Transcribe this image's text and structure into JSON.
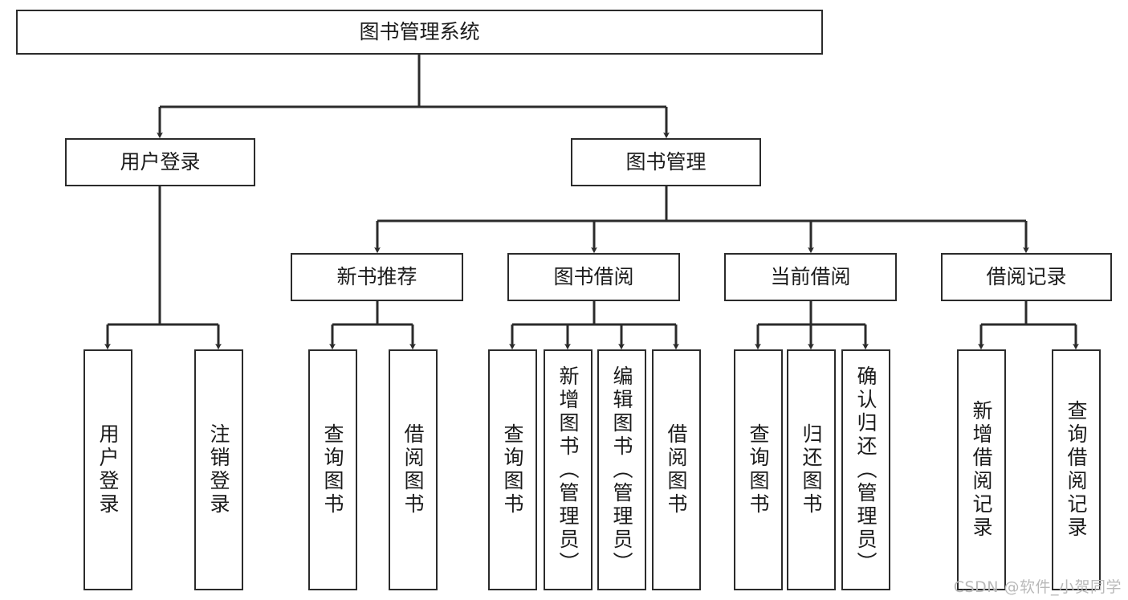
{
  "diagram": {
    "type": "tree-hierarchy",
    "title": "图书管理系统",
    "watermark": "CSDN @软件_小贺同学",
    "colors": {
      "box_border": "#2b2b2b",
      "box_fill": "#ffffff",
      "connector": "#2b2b2b",
      "text": "#1b1b1b",
      "watermark": "#b9b9b9",
      "background": "#ffffff"
    },
    "nodes": {
      "root": {
        "label": "图书管理系统"
      },
      "level2": [
        {
          "id": "user-login",
          "label": "用户登录"
        },
        {
          "id": "book-manage",
          "label": "图书管理"
        }
      ],
      "level3": [
        {
          "id": "new-book-rec",
          "label": "新书推荐"
        },
        {
          "id": "book-borrow",
          "label": "图书借阅"
        },
        {
          "id": "current-borrow",
          "label": "当前借阅"
        },
        {
          "id": "borrow-record",
          "label": "借阅记录"
        }
      ],
      "leaves": {
        "user-login": [
          {
            "id": "leaf-user-login",
            "label": "用户登录"
          },
          {
            "id": "leaf-user-logout",
            "label": "注销登录"
          }
        ],
        "new-book-rec": [
          {
            "id": "leaf-query-book-1",
            "label": "查询图书"
          },
          {
            "id": "leaf-borrow-book-1",
            "label": "借阅图书"
          }
        ],
        "book-borrow": [
          {
            "id": "leaf-query-book-2",
            "label": "查询图书"
          },
          {
            "id": "leaf-add-book",
            "label": "新增图书（管理员）"
          },
          {
            "id": "leaf-edit-book",
            "label": "编辑图书（管理员）"
          },
          {
            "id": "leaf-borrow-book-2",
            "label": "借阅图书"
          }
        ],
        "current-borrow": [
          {
            "id": "leaf-query-book-3",
            "label": "查询图书"
          },
          {
            "id": "leaf-return-book",
            "label": "归还图书"
          },
          {
            "id": "leaf-confirm-return",
            "label": "确认归还（管理员）"
          }
        ],
        "borrow-record": [
          {
            "id": "leaf-add-record",
            "label": "新增借阅记录"
          },
          {
            "id": "leaf-query-record",
            "label": "查询借阅记录"
          }
        ]
      }
    }
  }
}
